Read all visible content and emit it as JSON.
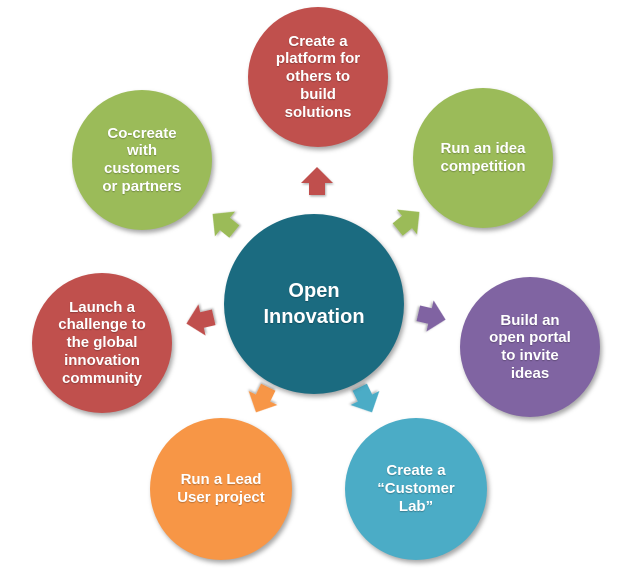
{
  "center": {
    "label": "Open\nInnovation",
    "color": "#1b6b80"
  },
  "nodes": [
    {
      "id": "platform",
      "label": "Create a\nplatform for\nothers to\nbuild\nsolutions",
      "color": "#c0504d"
    },
    {
      "id": "idea-competition",
      "label": "Run an idea\ncompetition",
      "color": "#9bbb59"
    },
    {
      "id": "open-portal",
      "label": "Build an\nopen portal\nto invite\nideas",
      "color": "#8064a2"
    },
    {
      "id": "customer-lab",
      "label": "Create a\n“Customer\nLab”",
      "color": "#4bacc6"
    },
    {
      "id": "lead-user",
      "label": "Run a Lead\nUser project",
      "color": "#f79646"
    },
    {
      "id": "global-challenge",
      "label": "Launch a\nchallenge to\nthe global\ninnovation\ncommunity",
      "color": "#c0504d"
    },
    {
      "id": "co-create",
      "label": "Co-create\nwith\ncustomers\nor partners",
      "color": "#9bbb59"
    }
  ],
  "arrow_colors": [
    "#c0504d",
    "#9bbb59",
    "#8064a2",
    "#4bacc6",
    "#f79646",
    "#c0504d",
    "#9bbb59"
  ]
}
